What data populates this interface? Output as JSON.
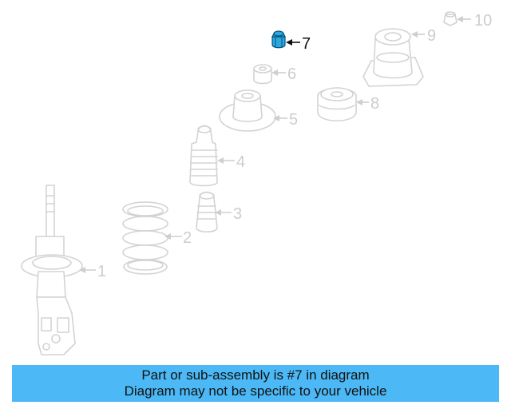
{
  "diagram": {
    "highlighted_part": "7",
    "callouts": [
      "1",
      "2",
      "3",
      "4",
      "5",
      "6",
      "7",
      "8",
      "9",
      "10"
    ]
  },
  "banner": {
    "line1": "Part or sub-assembly is #7 in diagram",
    "line2": "Diagram may not be specific to your vehicle",
    "color": "#4cb8f5"
  },
  "colors": {
    "part_outline": "#d3d3d3",
    "highlight": "#29a9e0"
  }
}
